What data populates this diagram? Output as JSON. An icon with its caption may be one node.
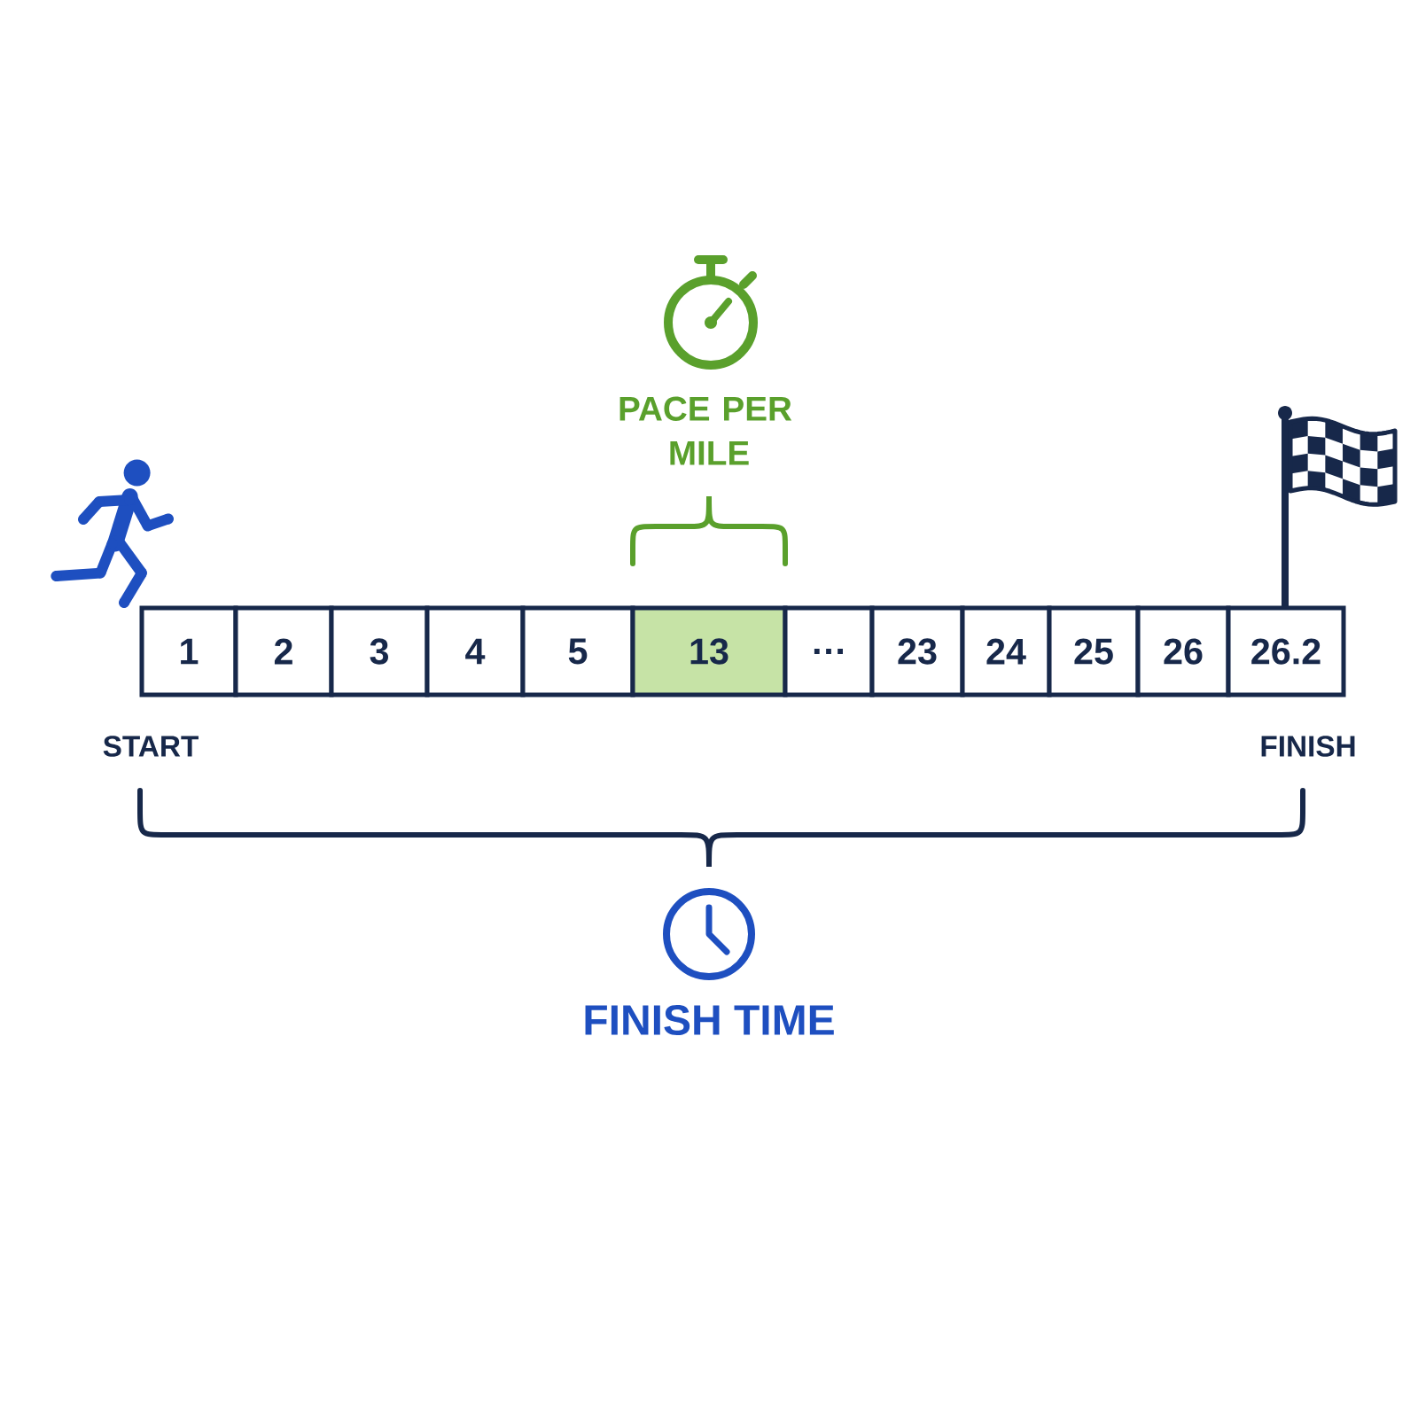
{
  "diagram": {
    "nodes": [
      {
        "text": [
          "1"
        ]
      },
      {
        "text": [
          "2"
        ]
      },
      {
        "text": [
          "3"
        ]
      },
      {
        "text": [
          "4"
        ]
      },
      {
        "text": [
          "5"
        ]
      },
      {
        "text": [
          "13"
        ]
      },
      {
        "text": [
          "…"
        ]
      },
      {
        "text": [
          "23"
        ]
      },
      {
        "text": [
          "24"
        ]
      },
      {
        "text": [
          "25"
        ]
      },
      {
        "text": [
          "26"
        ]
      },
      {
        "text": [
          "26.2"
        ]
      }
    ],
    "labels": [
      "PACE PER MILE",
      "START",
      "FINISH",
      "FINISH TIME"
    ]
  }
}
